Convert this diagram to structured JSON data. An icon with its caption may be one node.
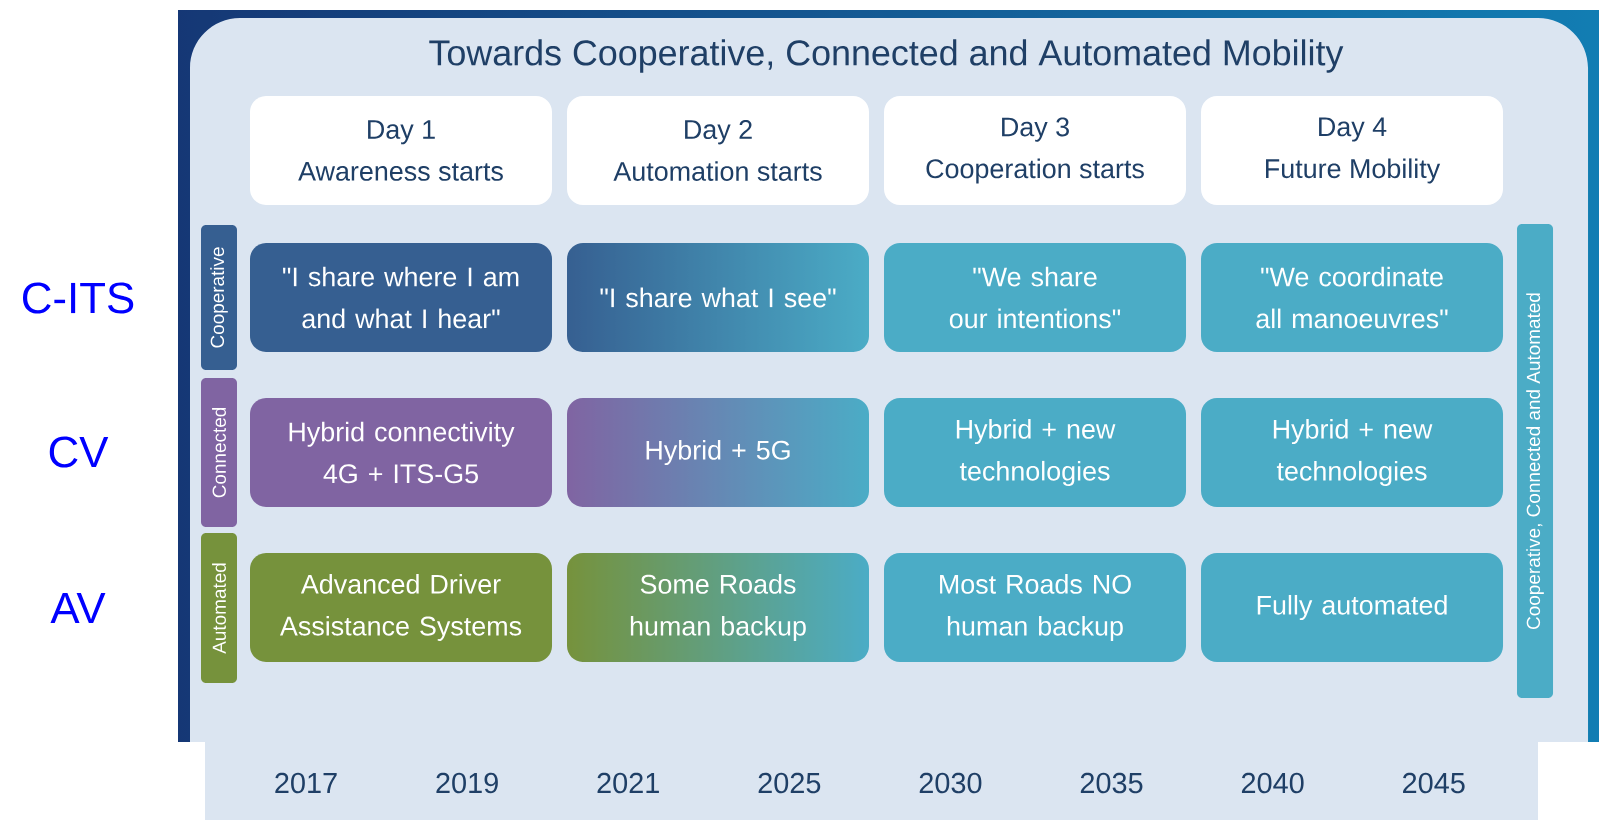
{
  "diagram": {
    "title": "Towards Cooperative, Connected and Automated Mobility",
    "nodes": [
      {
        "text": [
          "Day 1",
          "Awareness starts"
        ]
      },
      {
        "text": [
          "Day 2",
          "Automation starts"
        ]
      },
      {
        "text": [
          "Day 3",
          "Cooperation starts"
        ]
      },
      {
        "text": [
          "Day 4",
          "Future Mobility"
        ]
      },
      {
        "text": [
          "Cooperative"
        ]
      },
      {
        "text": [
          "\"I share where I am and what I hear\""
        ]
      },
      {
        "text": [
          "\"I share what I see\""
        ]
      },
      {
        "text": [
          "\"We share our intentions\""
        ]
      },
      {
        "text": [
          "\"We coordinate all manoeuvres\""
        ]
      },
      {
        "text": [
          "Connected"
        ]
      },
      {
        "text": [
          "Hybrid connectivity 4G + ITS-G5"
        ]
      },
      {
        "text": [
          "Hybrid + 5G"
        ]
      },
      {
        "text": [
          "Hybrid + new technologies"
        ]
      },
      {
        "text": [
          "Hybrid + new technologies"
        ]
      },
      {
        "text": [
          "Automated"
        ]
      },
      {
        "text": [
          "Advanced Driver Assistance Systems"
        ]
      },
      {
        "text": [
          "Some Roads human backup"
        ]
      },
      {
        "text": [
          "Most Roads NO human backup"
        ]
      },
      {
        "text": [
          "Fully automated"
        ]
      },
      {
        "text": [
          "Cooperative, Connected and Automated"
        ]
      }
    ],
    "labels": [
      "C-ITS",
      "CV",
      "AV",
      "2017",
      "2019",
      "2021",
      "2025",
      "2030",
      "2035",
      "2040",
      "2045"
    ]
  }
}
